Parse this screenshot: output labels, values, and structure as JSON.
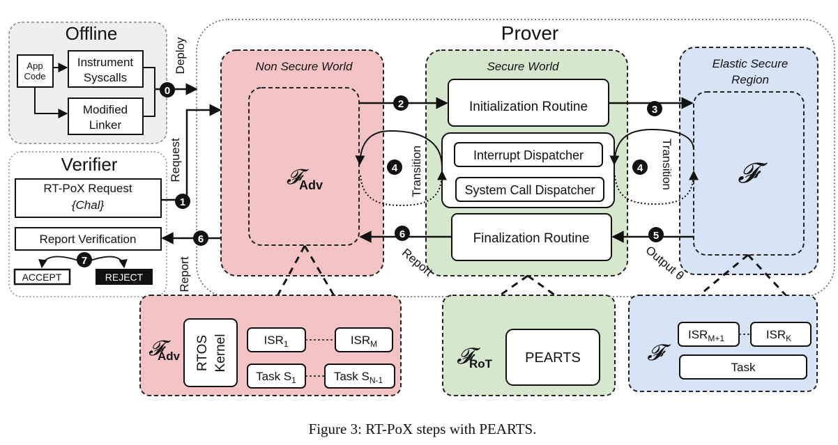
{
  "offline": {
    "title": "Offline",
    "app_code_line1": "App",
    "app_code_line2": "Code",
    "instrument_line1": "Instrument",
    "instrument_line2": "Syscalls",
    "linker_line1": "Modified",
    "linker_line2": "Linker",
    "deploy_label": "Deploy"
  },
  "verifier": {
    "title": "Verifier",
    "request_line1": "RT-PoX Request",
    "request_line2": "{Chal}",
    "report_verification": "Report Verification",
    "accept": "ACCEPT",
    "reject": "REJECT",
    "request_label": "Request",
    "report_label": "Report"
  },
  "prover": {
    "title": "Prover",
    "non_secure_world": "Non Secure World",
    "f_adv_symbol": "𝓕",
    "f_adv_sub": "Adv",
    "secure_world": "Secure World",
    "init_routine": "Initialization Routine",
    "interrupt_dispatcher": "Interrupt Dispatcher",
    "syscall_dispatcher": "System Call Dispatcher",
    "final_routine": "Finalization Routine",
    "elastic_line1": "Elastic Secure",
    "elastic_line2": "Region",
    "f_symbol": "𝓕",
    "transition_left": "Transition",
    "transition_right": "Transition",
    "report_label": "Report",
    "output_label": "Output θ"
  },
  "steps": {
    "s0": "0",
    "s1": "1",
    "s2": "2",
    "s3": "3",
    "s4a": "4",
    "s4b": "4",
    "s5": "5",
    "s6a": "6",
    "s6b": "6",
    "s7": "7"
  },
  "detail_adv": {
    "f_symbol": "𝓕",
    "f_sub": "Adv",
    "rtos_line1": "RTOS",
    "rtos_line2": "Kernel",
    "isr1": "ISR",
    "isr1_sub": "1",
    "isrm": "ISR",
    "isrm_sub": "M",
    "task1": "Task S",
    "task1_sub": "1",
    "taskn": "Task S",
    "taskn_sub": "N-1"
  },
  "detail_rot": {
    "f_symbol": "𝓕",
    "f_sub": "RoT",
    "pearts": "PEARTS"
  },
  "detail_f": {
    "f_symbol": "𝓕",
    "isrm1": "ISR",
    "isrm1_sub": "M+1",
    "isrk": "ISR",
    "isrk_sub": "K",
    "task": "Task"
  },
  "caption": "Figure 3: RT-PoX steps with PEARTS.",
  "colors": {
    "offline_bg": "#efefef",
    "nonsecure_bg": "#f4c4c4",
    "secure_bg": "#d5e8cd",
    "elastic_bg": "#d6e4f6",
    "badge": "#111111"
  }
}
